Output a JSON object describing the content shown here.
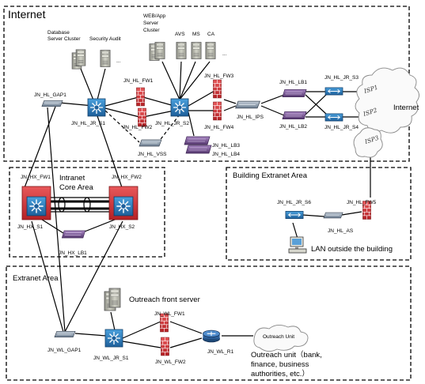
{
  "areas": {
    "internet": "Internet",
    "intranet_core": "Intranet Core Area",
    "building_extranet": "Building Extranet Area",
    "extranet": "Extranet Area"
  },
  "groups": {
    "database_cluster": "Database Server Cluster",
    "security_audit": "Security Audit",
    "web_app_cluster": "WEB/App Server Cluster",
    "avs": "AVS",
    "ms": "MS",
    "ca": "CA",
    "ellipsis": "..."
  },
  "devices": {
    "gap1": "JN_HL_GAP1",
    "hl_js1": "JN_HL_JR_S1",
    "hl_fw1": "JN_HL_FW1",
    "hl_fw2": "JN_HL_FW2",
    "hl_js2": "JN_HL_JR_S2",
    "hl_fw3": "JN_HL_FW3",
    "hl_fw4": "JN_HL_FW4",
    "hl_ips": "JN_HL_IPS",
    "hl_vss": "JN_HL_VSS",
    "hl_lb1": "JN_HL_LB1",
    "hl_lb2": "JN_HL_LB2",
    "hl_lb3": "JN_HL_LB3",
    "hl_lb4": "JN_HL_LB4",
    "hl_js3": "JN_HL_JR_S3",
    "hl_js4": "JN_HL_JR_S4",
    "isp1": "ISP1",
    "isp2": "ISP2",
    "isp3": "ISP3",
    "internet_cloud": "Internet",
    "hx_fw1": "JN_HX_FW1",
    "hx_fw2": "JN_HX_FW2",
    "hx_s1": "JN_HX_S1",
    "hx_s2": "JN_HX_S2",
    "hx_lb1": "JN_HX_LB1",
    "hl_js6": "JN_HL_JR_S6",
    "hl_fw5": "JN_HL_FW5",
    "hl_as": "JN_HL_AS",
    "lan_outside": "LAN outside the building",
    "wl_gap1": "JN_WL_GAP1",
    "wl_js1": "JN_WL_JR_S1",
    "wl_fw1": "JN_WL_FW1",
    "wl_fw2": "JN_WL_FW2",
    "wl_r1": "JN_WL_R1",
    "outreach_front": "Outreach front server",
    "outreach_unit_cloud": "Outreach Unit",
    "outreach_unit_desc": "Outreach unit（bank, finance, business authorities, etc.）"
  },
  "colors": {
    "firewall_red": "#d9383a",
    "switch_blue": "#2e7fc0",
    "server_gray": "#b9b9ad",
    "lb_purple": "#7a5a98",
    "router_blue": "#2b5f9a"
  }
}
